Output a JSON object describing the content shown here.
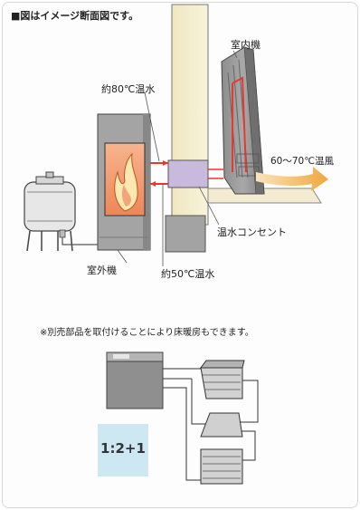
{
  "header": {
    "caption": "■図はイメージ断面図です。"
  },
  "diagram": {
    "labels": {
      "indoor_unit": "室内機",
      "hot_water_80": "約80℃温水",
      "warm_air": "60～70℃温風",
      "hot_water_outlet": "温水コンセント",
      "outdoor_unit": "室外機",
      "hot_water_50": "約50℃温水"
    }
  },
  "note": {
    "text": "※別売部品を取付けることにより床暖房もできます。"
  },
  "ratio_badge": {
    "text": "1:2+1"
  },
  "colors": {
    "wall": "#f4eed0",
    "flame_box": "#f29a6e",
    "pipe_red": "#e63a2e",
    "warm_air": "#f0a640",
    "machine_gray": "#9a9a9a",
    "badge_blue": "#cde8f3"
  }
}
